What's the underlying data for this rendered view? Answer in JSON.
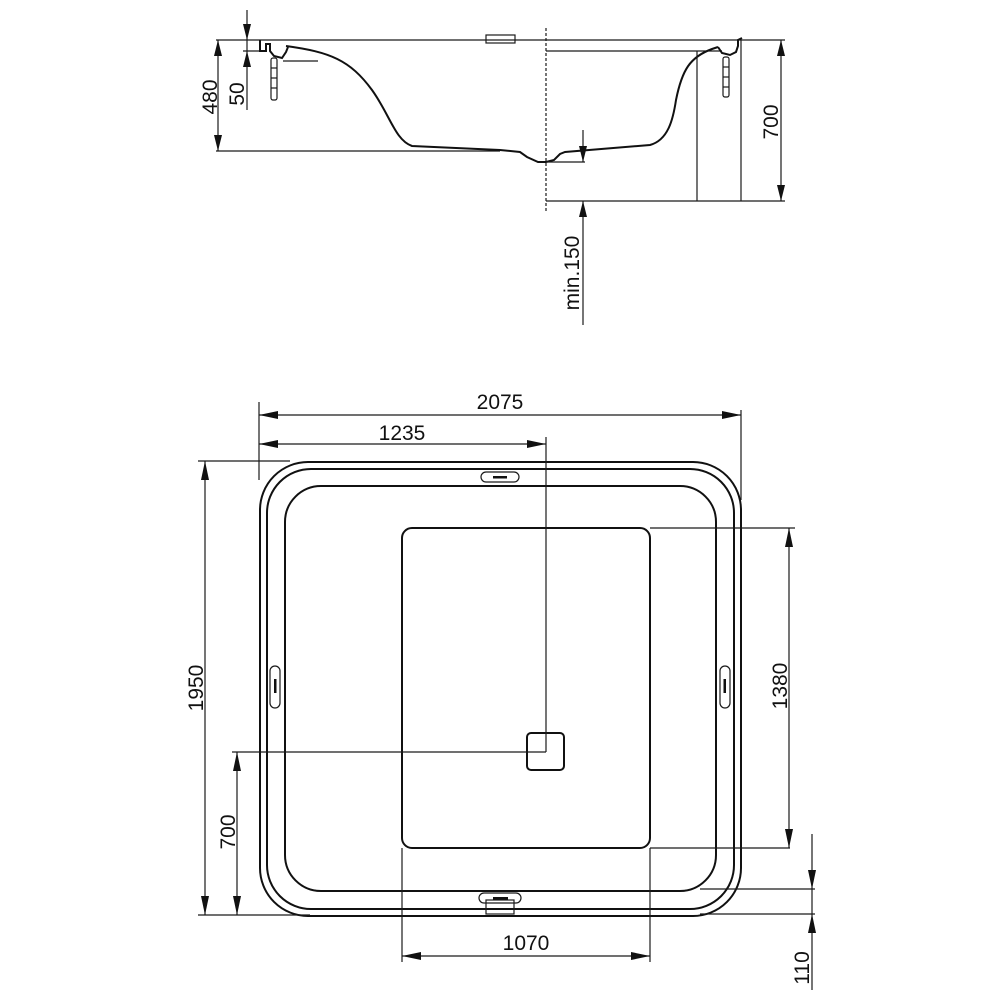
{
  "drawing": {
    "type": "bathtub technical drawing",
    "units": "mm",
    "colors": {
      "line": "#111111",
      "background": "#ffffff"
    }
  },
  "side_view": {
    "dimensions": {
      "total_height_left": "480",
      "rim_offset": "50",
      "total_height_right": "700",
      "min_floor_clearance": "min.150"
    }
  },
  "top_view": {
    "dimensions": {
      "overall_width": "2075",
      "drain_offset_x": "1235",
      "overall_depth": "1950",
      "drain_offset_y": "700",
      "inner_depth": "1380",
      "inner_width": "1070",
      "front_offset": "110"
    }
  }
}
